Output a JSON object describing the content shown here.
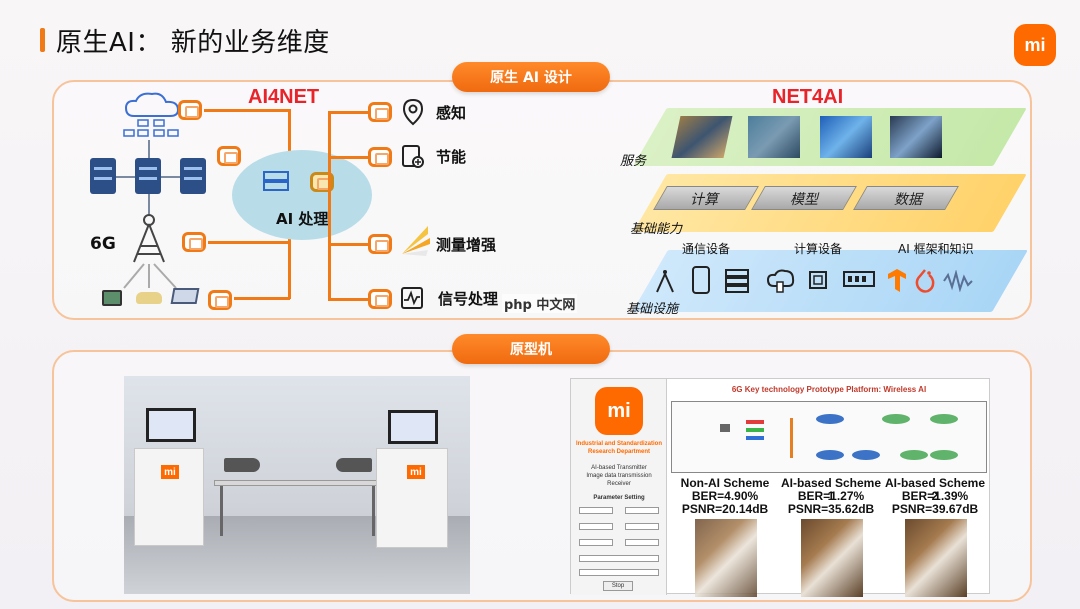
{
  "header": {
    "title": "原生AI： 新的业务维度",
    "logo_text": "mi"
  },
  "top_panel": {
    "pill_label": "原生 AI 设计",
    "ai4net_title": "AI4NET",
    "net4ai_title": "NET4AI",
    "ai_core_label": "AI 处理",
    "sixg_label": "6G",
    "capabilities": [
      "感知",
      "节能",
      "测量增强",
      "信号处理"
    ],
    "watermark": "php 中文网",
    "layers": {
      "service": {
        "label": "服务"
      },
      "capability": {
        "label": "基础能力",
        "tiles": [
          "计算",
          "模型",
          "数据"
        ]
      },
      "infra": {
        "label": "基础设施",
        "groups": [
          "通信设备",
          "计算设备",
          "AI 框架和知识"
        ]
      }
    }
  },
  "bottom_panel": {
    "pill_label": "原型机",
    "screen": {
      "header": "6G Key technology Prototype Platform: Wireless AI",
      "org_line1": "Industrial and Standardization",
      "org_line2": "Research Department",
      "app_line1": "AI-based Transmitter",
      "app_line2": "Image data transmission",
      "app_line3": "Receiver",
      "param_title": "Parameter Setting",
      "stop_label": "Stop",
      "results": [
        {
          "name": "Non-AI Scheme",
          "ber": "BER=4.90%",
          "psnr": "PSNR=20.14dB"
        },
        {
          "name": "AI-based Scheme 1",
          "ber": "BER=1.27%",
          "psnr": "PSNR=35.62dB"
        },
        {
          "name": "AI-based Scheme 2",
          "ber": "BER=1.39%",
          "psnr": "PSNR=39.67dB"
        }
      ]
    }
  },
  "colors": {
    "accent": "#f07a16",
    "brand": "#ff6a00",
    "red": "#e8242a"
  }
}
